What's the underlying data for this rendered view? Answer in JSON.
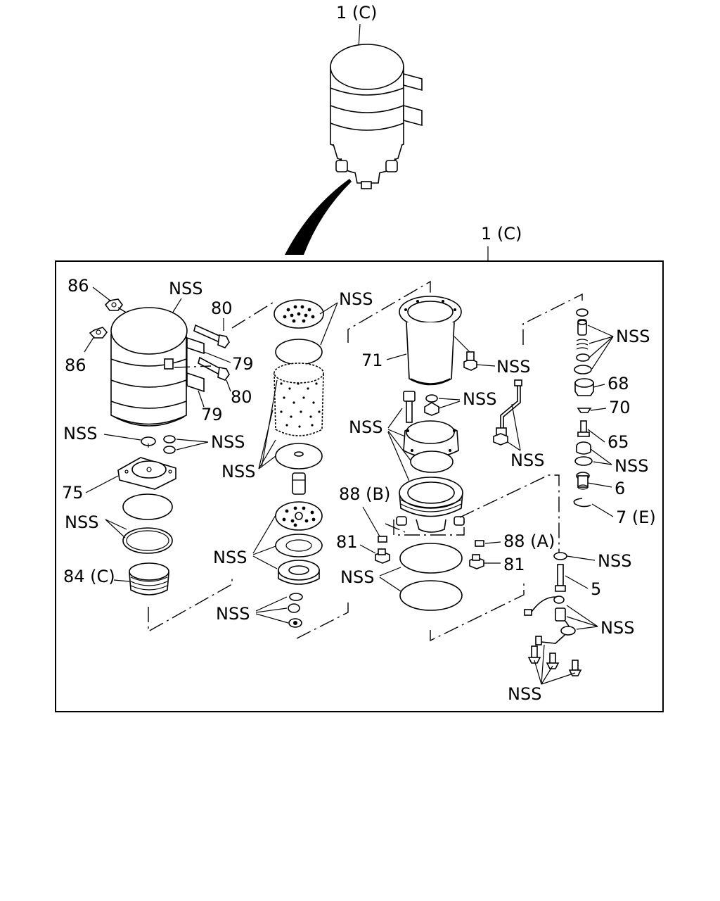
{
  "labels": {
    "top_assembly": "1 (C)",
    "frame_assembly": "1 (C)",
    "p86a": "86",
    "p86b": "86",
    "nss_tank": "NSS",
    "p80a": "80",
    "p79a": "79",
    "p80b": "80",
    "p79b": "79",
    "nss_washer": "NSS",
    "nss_nuts": "NSS",
    "p75": "75",
    "nss_orings": "NSS",
    "p84": "84 (C)",
    "nss_filter_top": "NSS",
    "nss_filter_mid": "NSS",
    "nss_filter_low": "NSS",
    "nss_filter_bottom": "NSS",
    "p71": "71",
    "nss_71_bolt": "NSS",
    "nss_nut": "NSS",
    "nss_gaskets": "NSS",
    "nss_pipe": "NSS",
    "p88b": "88 (B)",
    "p81a": "81",
    "p88a": "88 (A)",
    "p81b": "81",
    "nss_bottom_rings": "NSS",
    "nss_valve_top": "NSS",
    "p68": "68",
    "p70": "70",
    "p65": "65",
    "nss_valve_mid": "NSS",
    "p6": "6",
    "p7": "7 (E)",
    "nss_washer5": "NSS",
    "p5": "5",
    "nss_sensor": "NSS",
    "nss_sensor_bottom": "NSS"
  }
}
